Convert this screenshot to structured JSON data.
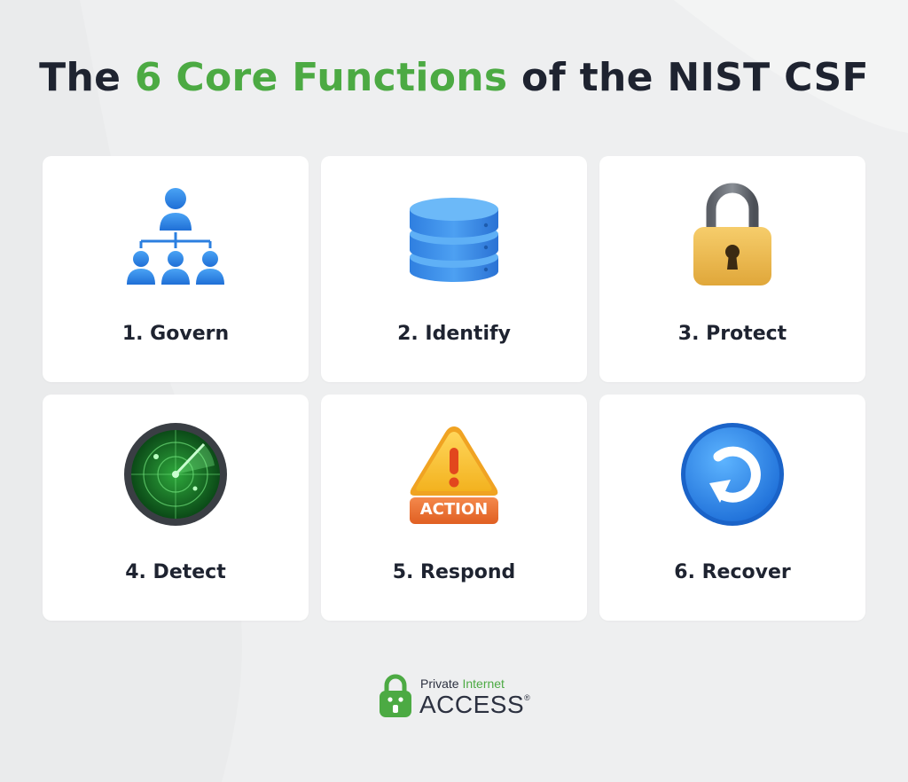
{
  "title": {
    "prefix": "The ",
    "highlight": "6 Core Functions",
    "suffix": " of the NIST CSF",
    "highlight_color": "#4caa43"
  },
  "functions": [
    {
      "label": "1. Govern",
      "icon": "org-chart-icon"
    },
    {
      "label": "2. Identify",
      "icon": "database-icon"
    },
    {
      "label": "3. Protect",
      "icon": "padlock-icon"
    },
    {
      "label": "4. Detect",
      "icon": "radar-icon"
    },
    {
      "label": "5. Respond",
      "icon": "warning-action-icon",
      "badge_text": "ACTION"
    },
    {
      "label": "6. Recover",
      "icon": "recover-arrow-icon"
    }
  ],
  "brand": {
    "line1_a": "Private ",
    "line1_b": "Internet",
    "line2": "ACCESS",
    "reg": "®"
  },
  "colors": {
    "background": "#eeeff0",
    "accent_green": "#4caa43",
    "text_dark": "#1e2330",
    "icon_blue": "#2b7fe0"
  }
}
